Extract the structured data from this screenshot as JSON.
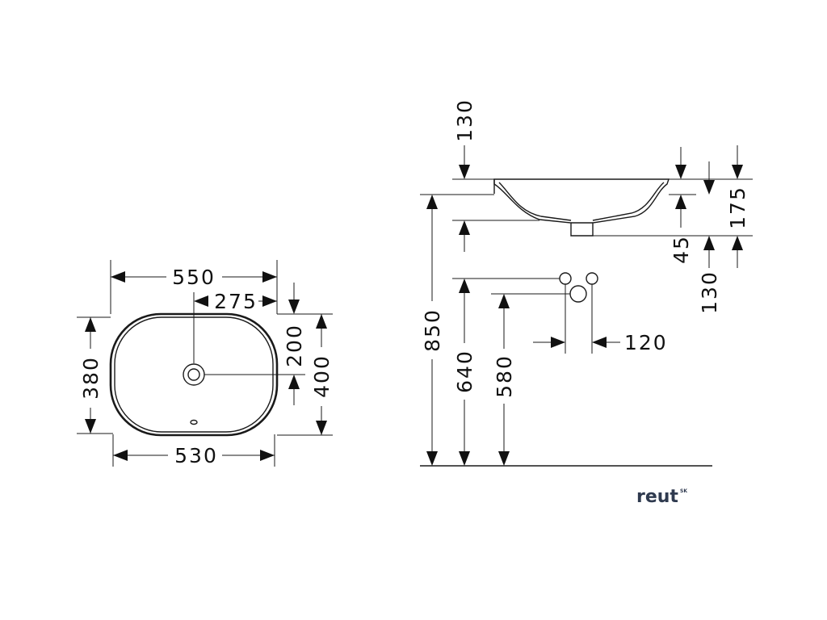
{
  "top_view": {
    "width_outer": "550",
    "half_width": "275",
    "width_bottom": "530",
    "depth_left": "380",
    "depth_right": "400",
    "drain_offset": "200"
  },
  "side_view": {
    "rim_thickness": "130",
    "basin_height": "175",
    "drain_depth": "45",
    "below_basin": "130",
    "mount_height": "850",
    "supply_height": "640",
    "trap_height": "580",
    "supply_spacing": "120"
  },
  "brand": {
    "name": "reut",
    "suffix": "SK",
    "color": "#2f3a4f"
  }
}
